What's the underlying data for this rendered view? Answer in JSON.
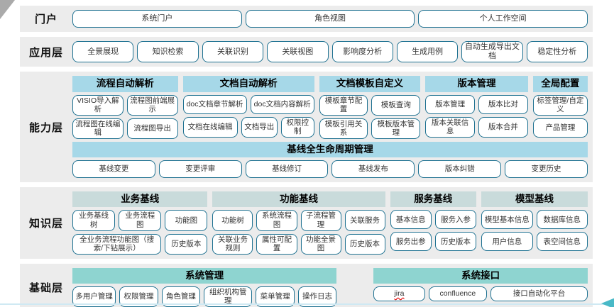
{
  "colors": {
    "band_bg": "#ececec",
    "button_border": "#1e7191",
    "header_blue": "#a6d8e8",
    "header_gray_teal": "#c9dbdb",
    "header_teal": "#8ed4d0",
    "accent_line": "#cfe9f3",
    "arrow": "#49b9c7",
    "corner": "#aaaaaa",
    "spell_underline": "#e00000"
  },
  "layers": [
    {
      "id": "portal",
      "label": "门户",
      "buttons": [
        "系统门户",
        "角色视图",
        "个人工作空间"
      ]
    },
    {
      "id": "app",
      "label": "应用层",
      "buttons": [
        "全景展现",
        "知识检索",
        "关联识别",
        "关联视图",
        "影响度分析",
        "生成用例",
        "自动生成导出文档",
        "稳定性分析"
      ]
    },
    {
      "id": "capability",
      "label": "能力层",
      "header_color": "#a6d8e8",
      "groups": [
        {
          "title": "流程自动解析",
          "flex": 150,
          "rows": [
            [
              "VISIO导入解析",
              "流程图前端展示"
            ],
            [
              "流程图在线编辑",
              "流程图导出"
            ]
          ]
        },
        {
          "title": "文档自动解析",
          "flex": 187,
          "rows": [
            [
              "doc文档章节解析",
              "doc文档内容解析"
            ],
            [
              {
                "label": "文档在线编辑",
                "flex": 1.6
              },
              "文档导出",
              {
                "label": "权限控制",
                "flex": 0.9
              }
            ]
          ]
        },
        {
          "title": "文档模板自定义",
          "flex": 144,
          "rows": [
            [
              "模板章节配置",
              "模板查询"
            ],
            [
              "模板引用关系",
              "模板版本管理"
            ]
          ]
        },
        {
          "title": "版本管理",
          "flex": 146,
          "rows": [
            [
              "版本管理",
              "版本比对"
            ],
            [
              "版本关联信息",
              "版本合并"
            ]
          ]
        },
        {
          "title": "全局配置",
          "flex": 78,
          "rows": [
            [
              "标签管理/自定义"
            ],
            [
              "产品管理"
            ]
          ]
        }
      ],
      "baseline": {
        "title": "基线全生命周期管理",
        "buttons": [
          "基线变更",
          "变更评审",
          "基线修订",
          "基线发布",
          "版本纠错",
          "变更历史"
        ]
      }
    },
    {
      "id": "knowledge",
      "label": "知识层",
      "header_color": "#c9dbdb",
      "groups": [
        {
          "title": "业务基线",
          "flex": 188,
          "rows": [
            [
              "业务基线树",
              "业务流程图",
              "功能图"
            ],
            [
              {
                "label": "全业务流程功能图（搜索/下钻展示）",
                "flex": 2.25
              },
              "历史版本"
            ]
          ]
        },
        {
          "title": "功能基线",
          "flex": 240,
          "rows": [
            [
              "功能树",
              "系统流程图",
              "子流程管理",
              "关联服务"
            ],
            [
              "关联业务规则",
              "属性可配置",
              "功能全景图",
              "历史版本"
            ]
          ]
        },
        {
          "title": "服务基线",
          "flex": 120,
          "rows": [
            [
              "基本信息",
              "服务入参"
            ],
            [
              "服务出参",
              "历史版本"
            ]
          ]
        },
        {
          "title": "模型基线",
          "flex": 148,
          "rows": [
            [
              "模型基本信息",
              "数据库信息"
            ],
            [
              "用户信息",
              "表空间信息"
            ]
          ]
        }
      ]
    },
    {
      "id": "foundation",
      "label": "基础层",
      "header_color": "#8ed4d0",
      "group_gap": 52,
      "groups": [
        {
          "title": "系统管理",
          "flex": 370,
          "rows": [
            [
              {
                "label": "多用户管理",
                "flex": 1.15
              },
              "权限管理",
              "角色管理",
              {
                "label": "组织机构管理",
                "flex": 1.3
              },
              "菜单管理",
              "操作日志"
            ]
          ]
        },
        {
          "title": "系统接口",
          "flex": 300,
          "rows": [
            [
              {
                "label": "jira",
                "spell": true
              },
              {
                "label": "confluence",
                "flex": 1.15
              },
              {
                "label": "接口自动化平台",
                "flex": 2
              }
            ]
          ]
        }
      ]
    }
  ]
}
